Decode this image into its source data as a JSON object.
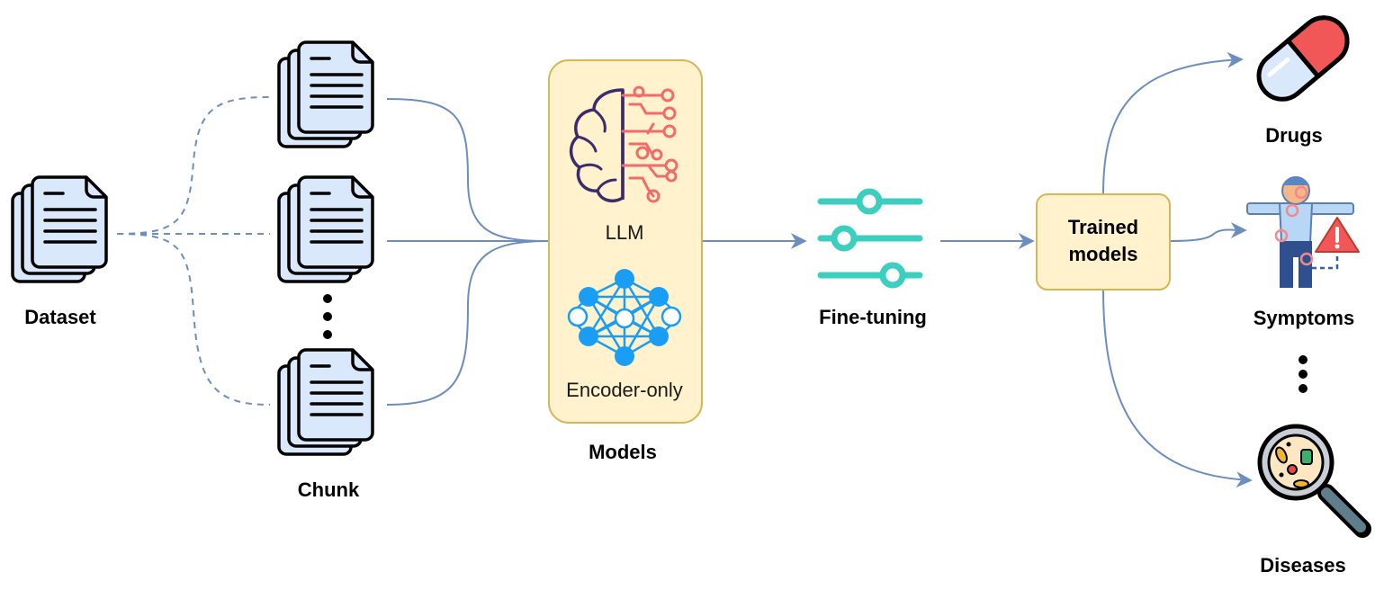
{
  "labels": {
    "dataset": "Dataset",
    "chunk": "Chunk",
    "models": "Models",
    "llm": "LLM",
    "encoder": "Encoder-only",
    "finetuning": "Fine-tuning",
    "trained_line1": "Trained",
    "trained_line2": "models",
    "drugs": "Drugs",
    "symptoms": "Symptoms",
    "diseases": "Diseases"
  },
  "icons": {
    "dataset": "document-stack-icon",
    "chunk": "document-stack-icon",
    "llm": "brain-circuit-icon",
    "encoder": "neural-network-icon",
    "finetuning": "sliders-icon",
    "drugs": "pill-capsule-icon",
    "symptoms": "person-pain-warning-icon",
    "diseases": "magnifier-bacteria-icon"
  },
  "colors": {
    "flow_line": "#6c8ebf",
    "box_fill": "#fff2cc",
    "box_stroke": "#d6b656",
    "doc_fill": "#dae8fc",
    "brain_line": "#3d2b6b",
    "circuit": "#f26b6b",
    "network": "#1a9ef5",
    "sliders": "#3ccfc0"
  }
}
